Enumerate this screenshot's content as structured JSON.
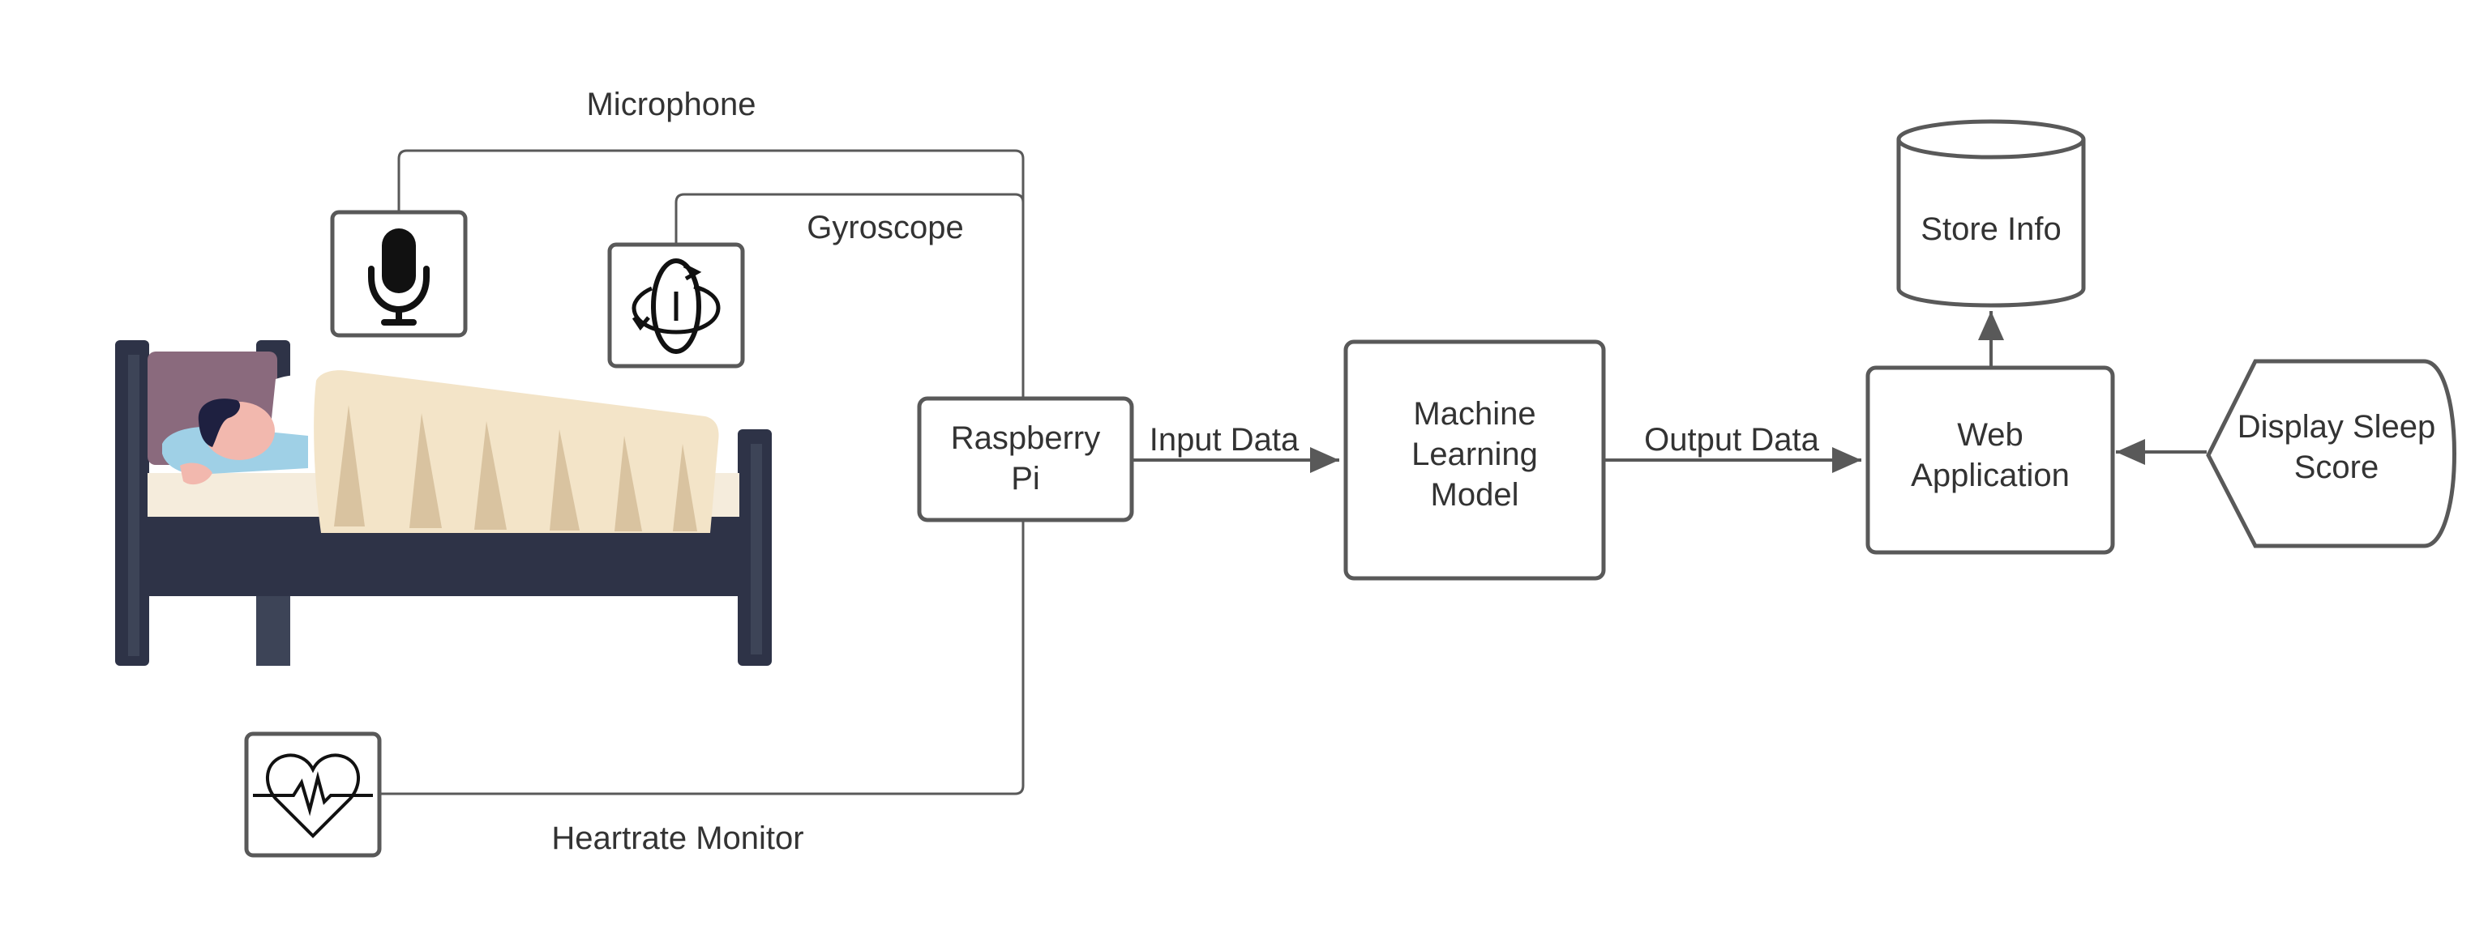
{
  "sensors": {
    "microphone": "Microphone",
    "gyroscope": "Gyroscope",
    "heartrate": "Heartrate Monitor"
  },
  "nodes": {
    "raspberry_pi": [
      "Raspberry",
      "Pi"
    ],
    "ml_model": [
      "Machine",
      "Learning",
      "Model"
    ],
    "web_app": [
      "Web",
      "Application"
    ],
    "store": [
      "Store Info"
    ],
    "display": [
      "Display Sleep",
      "Score"
    ]
  },
  "edges": {
    "input_data": "Input Data",
    "output_data": "Output Data"
  },
  "colors": {
    "line": "#595959",
    "text": "#333333",
    "bed_frame": "#2e3347",
    "bed_post": "#3d4457",
    "headboard": "#8a6a7d",
    "blanket": "#f3e4c8",
    "blanket_shadow": "#d9c3a0",
    "mattress": "#f5ecdc",
    "pillow": "#ffffff",
    "hair": "#1e2040",
    "skin": "#f2b8ae",
    "shirt": "#9fd0e6"
  }
}
